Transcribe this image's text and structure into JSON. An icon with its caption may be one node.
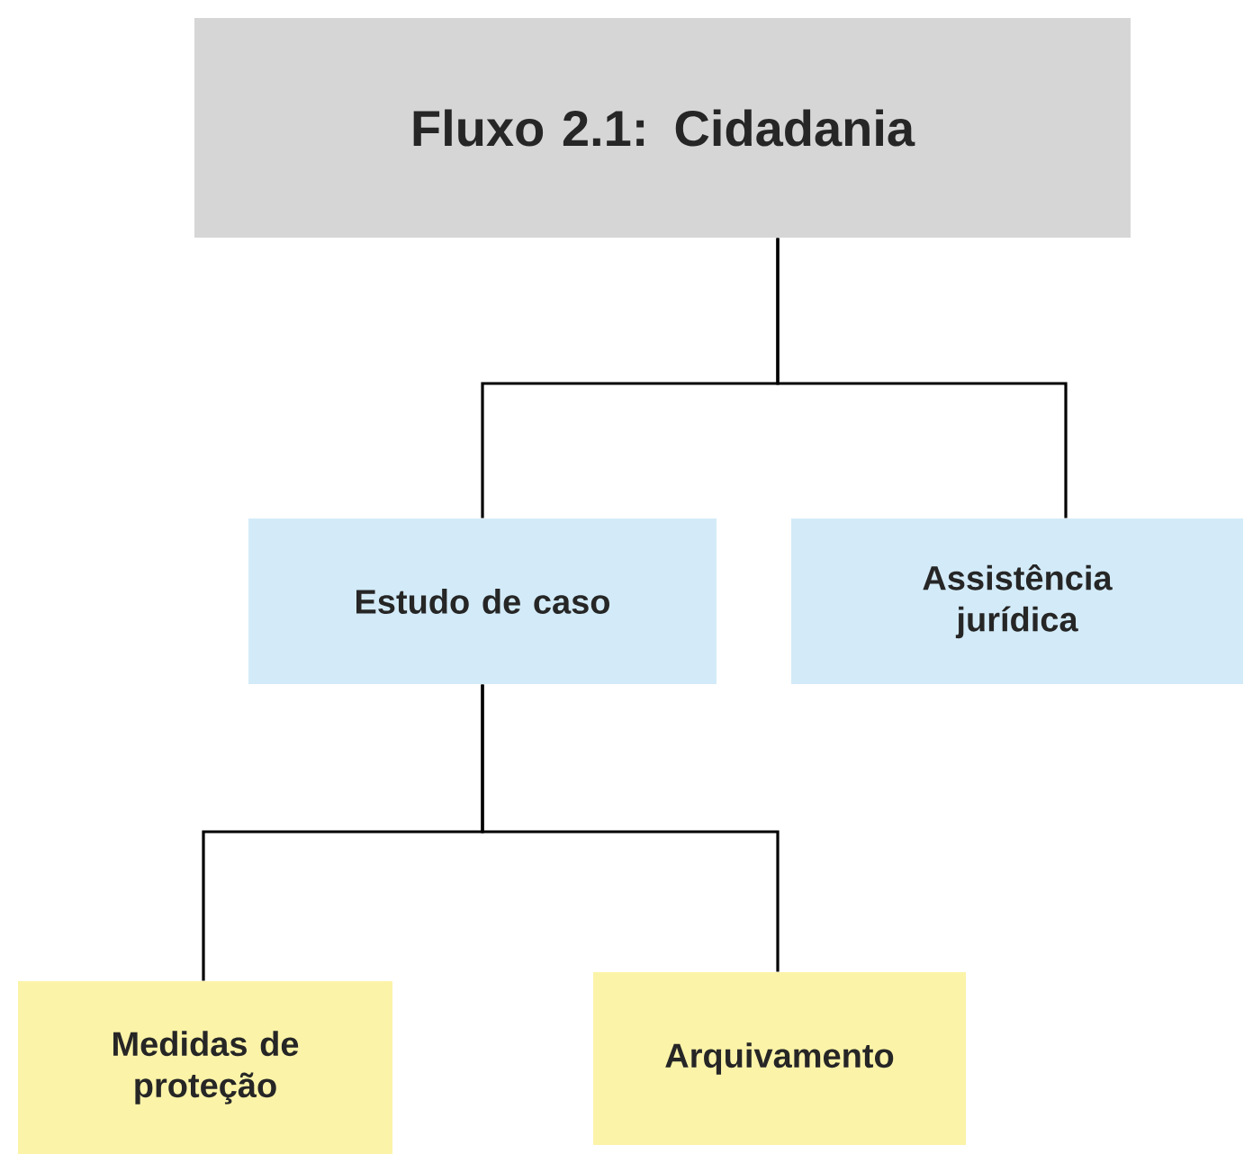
{
  "diagram": {
    "nodes": [
      {
        "text": [
          "Fluxo 2.1: Cidadania"
        ]
      },
      {
        "text": [
          "Estudo de caso"
        ]
      },
      {
        "text": [
          "Assistência jurídica"
        ]
      },
      {
        "text": [
          "Medidas de proteção"
        ]
      },
      {
        "text": [
          "Arquivamento"
        ]
      }
    ],
    "edges": [
      {
        "from": 0,
        "to": 1,
        "arrow": "none"
      },
      {
        "from": 0,
        "to": 2,
        "arrow": "none"
      },
      {
        "from": 1,
        "to": 3,
        "arrow": "none"
      },
      {
        "from": 1,
        "to": 4,
        "arrow": "none"
      }
    ]
  }
}
